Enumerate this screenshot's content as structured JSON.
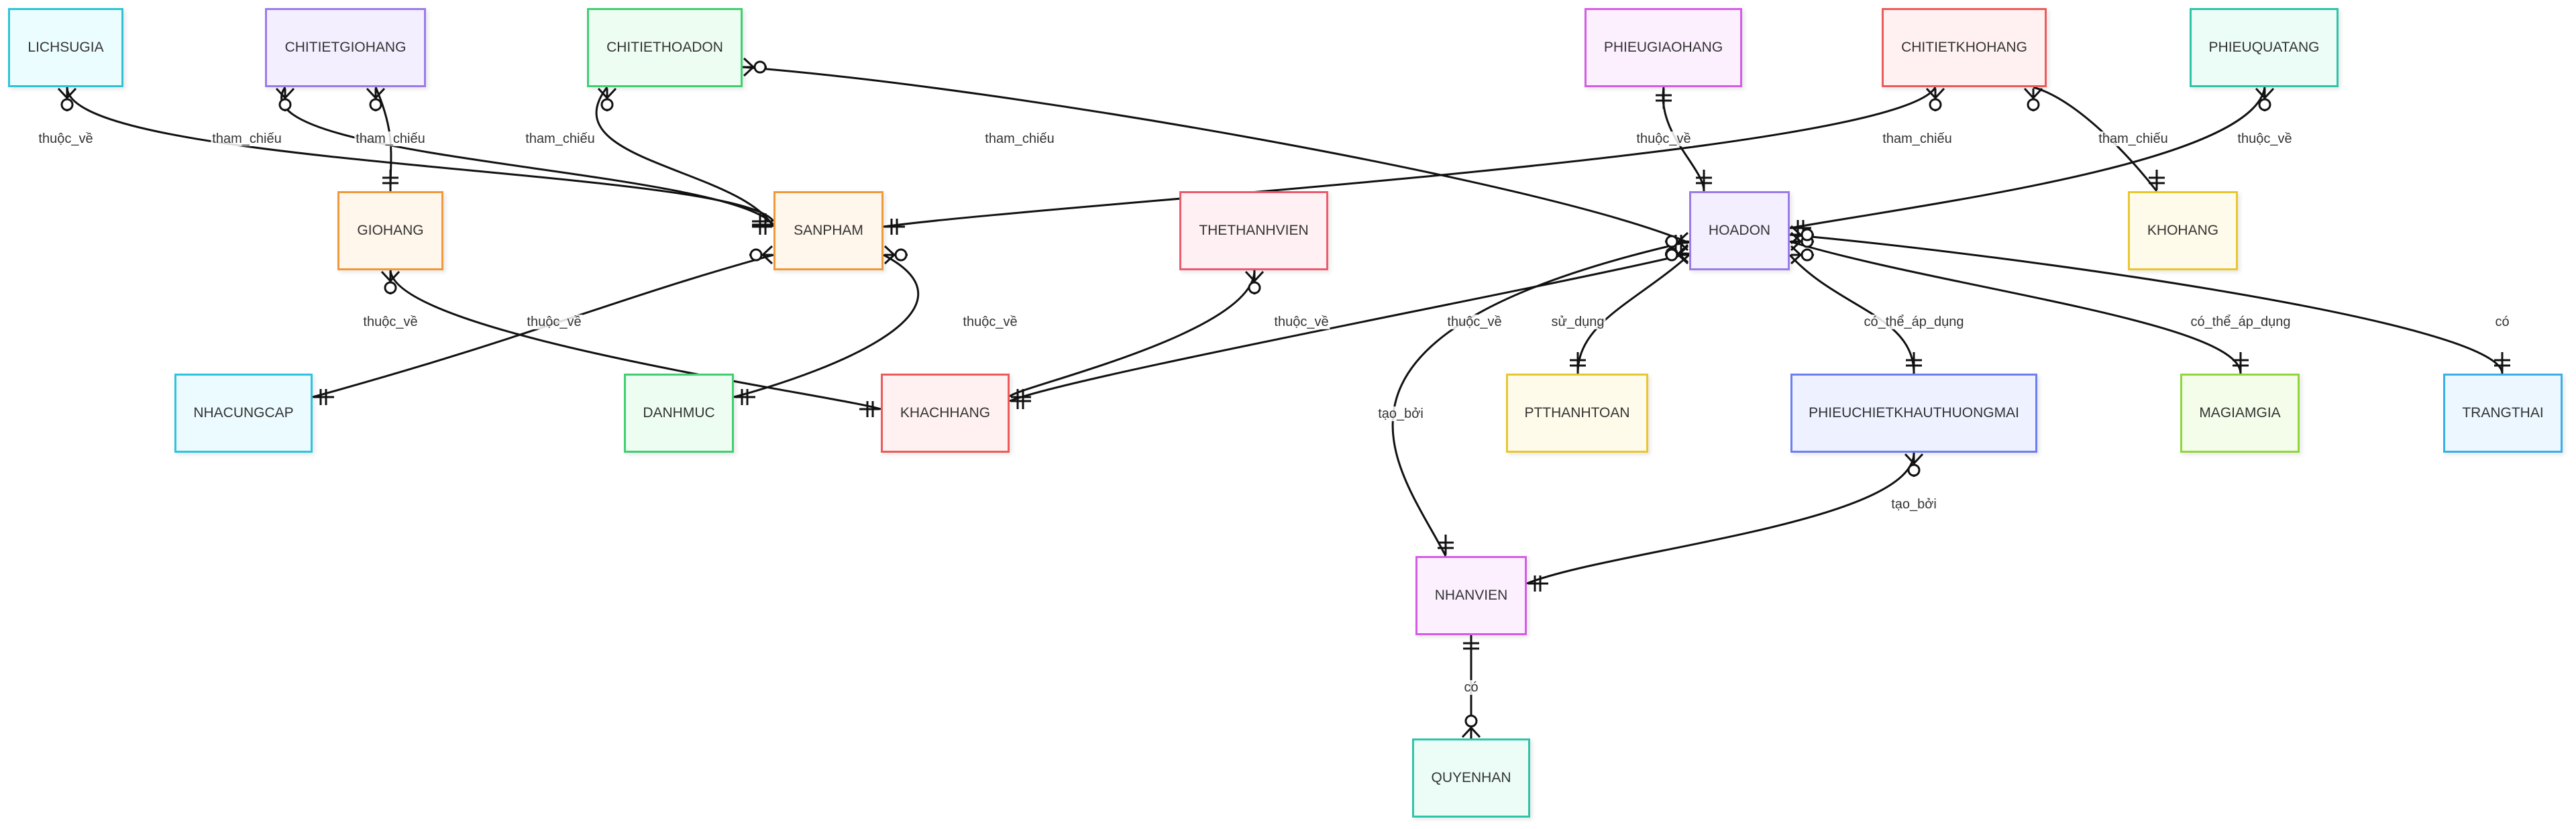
{
  "entities": [
    {
      "id": "LICHSUGIA",
      "label": "LICHSUGIA",
      "border": "#2ec4d6",
      "fill": "#ecfdff"
    },
    {
      "id": "CHITIETGIOHANG",
      "label": "CHITIETGIOHANG",
      "border": "#9b7be8",
      "fill": "#f3efff"
    },
    {
      "id": "CHITIETHOADON",
      "label": "CHITIETHOADON",
      "border": "#3fcf71",
      "fill": "#edfdf2"
    },
    {
      "id": "PHIEUGIAOHANG",
      "label": "PHIEUGIAOHANG",
      "border": "#d45ce6",
      "fill": "#fcf0ff"
    },
    {
      "id": "CHITIETKHOHANG",
      "label": "CHITIETKHOHANG",
      "border": "#ec5a5a",
      "fill": "#fff1f1"
    },
    {
      "id": "PHIEUQUATANG",
      "label": "PHIEUQUATANG",
      "border": "#2ec4a8",
      "fill": "#ecfdf8"
    },
    {
      "id": "GIOHANG",
      "label": "GIOHANG",
      "border": "#f0993a",
      "fill": "#fff6ec"
    },
    {
      "id": "SANPHAM",
      "label": "SANPHAM",
      "border": "#f0993a",
      "fill": "#fff6ec"
    },
    {
      "id": "THETHANHVIEN",
      "label": "THETHANHVIEN",
      "border": "#ec5a6e",
      "fill": "#fff1f3"
    },
    {
      "id": "HOADON",
      "label": "HOADON",
      "border": "#9b7be8",
      "fill": "#f3efff"
    },
    {
      "id": "KHOHANG",
      "label": "KHOHANG",
      "border": "#e8c72e",
      "fill": "#fffbea"
    },
    {
      "id": "NHACUNGCAP",
      "label": "NHACUNGCAP",
      "border": "#2ec4e0",
      "fill": "#ecfbff"
    },
    {
      "id": "DANHMUC",
      "label": "DANHMUC",
      "border": "#3fcf71",
      "fill": "#edfdf2"
    },
    {
      "id": "KHACHHANG",
      "label": "KHACHHANG",
      "border": "#ec5a5a",
      "fill": "#fff1f1"
    },
    {
      "id": "PTTHANHTOAN",
      "label": "PTTHANHTOAN",
      "border": "#e8c72e",
      "fill": "#fffbea"
    },
    {
      "id": "PHIEUCHIETKHAUTHUONGMAI",
      "label": "PHIEUCHIETKHAUTHUONGMAI",
      "border": "#6d7ff0",
      "fill": "#eef1ff"
    },
    {
      "id": "MAGIAMGIA",
      "label": "MAGIAMGIA",
      "border": "#8fd63a",
      "fill": "#f4fde9"
    },
    {
      "id": "TRANGTHAI",
      "label": "TRANGTHAI",
      "border": "#3aaee8",
      "fill": "#ecf7ff"
    },
    {
      "id": "NHANVIEN",
      "label": "NHANVIEN",
      "border": "#d45ce6",
      "fill": "#fcf0ff"
    },
    {
      "id": "QUYENHAN",
      "label": "QUYENHAN",
      "border": "#2ec4a8",
      "fill": "#ecfdf8"
    }
  ],
  "relationships": [
    {
      "id": "r1",
      "label": "thuộc_về",
      "from": "LICHSUGIA",
      "from_card": "zero-or-many",
      "to": "SANPHAM",
      "to_card": "exactly-one"
    },
    {
      "id": "r2",
      "label": "tham_chiếu",
      "from": "CHITIETGIOHANG",
      "from_card": "zero-or-many",
      "to": "SANPHAM",
      "to_card": "exactly-one"
    },
    {
      "id": "r3",
      "label": "tham_chiếu",
      "from": "CHITIETGIOHANG",
      "from_card": "zero-or-many",
      "to": "GIOHANG",
      "to_card": "exactly-one"
    },
    {
      "id": "r4",
      "label": "tham_chiếu",
      "from": "CHITIETHOADON",
      "from_card": "zero-or-many",
      "to": "SANPHAM",
      "to_card": "exactly-one"
    },
    {
      "id": "r5",
      "label": "tham_chiếu",
      "from": "CHITIETHOADON",
      "from_card": "zero-or-many",
      "to": "HOADON",
      "to_card": "exactly-one"
    },
    {
      "id": "r6",
      "label": "thuộc_về",
      "from": "PHIEUGIAOHANG",
      "from_card": "exactly-one",
      "to": "HOADON",
      "to_card": "exactly-one"
    },
    {
      "id": "r7",
      "label": "tham_chiếu",
      "from": "CHITIETKHOHANG",
      "from_card": "zero-or-many",
      "to": "SANPHAM",
      "to_card": "exactly-one"
    },
    {
      "id": "r8",
      "label": "tham_chiếu",
      "from": "CHITIETKHOHANG",
      "from_card": "zero-or-many",
      "to": "KHOHANG",
      "to_card": "exactly-one"
    },
    {
      "id": "r9",
      "label": "thuộc_về",
      "from": "PHIEUQUATANG",
      "from_card": "zero-or-many",
      "to": "HOADON",
      "to_card": "exactly-one"
    },
    {
      "id": "r10",
      "label": "thuộc_về",
      "from": "GIOHANG",
      "from_card": "zero-or-many",
      "to": "KHACHHANG",
      "to_card": "exactly-one"
    },
    {
      "id": "r11",
      "label": "thuộc_về",
      "from": "SANPHAM",
      "from_card": "zero-or-many",
      "to": "NHACUNGCAP",
      "to_card": "exactly-one"
    },
    {
      "id": "r12",
      "label": "thuộc_về",
      "from": "SANPHAM",
      "from_card": "zero-or-many",
      "to": "DANHMUC",
      "to_card": "exactly-one"
    },
    {
      "id": "r13",
      "label": "thuộc_về",
      "from": "THETHANHVIEN",
      "from_card": "zero-or-many",
      "to": "KHACHHANG",
      "to_card": "exactly-one"
    },
    {
      "id": "r14",
      "label": "thuộc_về",
      "from": "HOADON",
      "from_card": "zero-or-many",
      "to": "KHACHHANG",
      "to_card": "exactly-one"
    },
    {
      "id": "r15",
      "label": "tạo_bởi",
      "from": "HOADON",
      "from_card": "zero-or-many",
      "to": "NHANVIEN",
      "to_card": "exactly-one"
    },
    {
      "id": "r16",
      "label": "sử_dụng",
      "from": "HOADON",
      "from_card": "zero-or-many",
      "to": "PTTHANHTOAN",
      "to_card": "exactly-one"
    },
    {
      "id": "r17",
      "label": "có_thể_áp_dụng",
      "from": "HOADON",
      "from_card": "zero-or-many",
      "to": "PHIEUCHIETKHAUTHUONGMAI",
      "to_card": "exactly-one"
    },
    {
      "id": "r18",
      "label": "có_thể_áp_dụng",
      "from": "HOADON",
      "from_card": "zero-or-many",
      "to": "MAGIAMGIA",
      "to_card": "exactly-one"
    },
    {
      "id": "r19",
      "label": "có",
      "from": "HOADON",
      "from_card": "zero-or-many",
      "to": "TRANGTHAI",
      "to_card": "exactly-one"
    },
    {
      "id": "r20",
      "label": "tạo_bởi",
      "from": "PHIEUCHIETKHAUTHUONGMAI",
      "from_card": "zero-or-many",
      "to": "NHANVIEN",
      "to_card": "exactly-one"
    },
    {
      "id": "r21",
      "label": "có",
      "from": "NHANVIEN",
      "from_card": "exactly-one",
      "to": "QUYENHAN",
      "to_card": "zero-or-many"
    }
  ]
}
